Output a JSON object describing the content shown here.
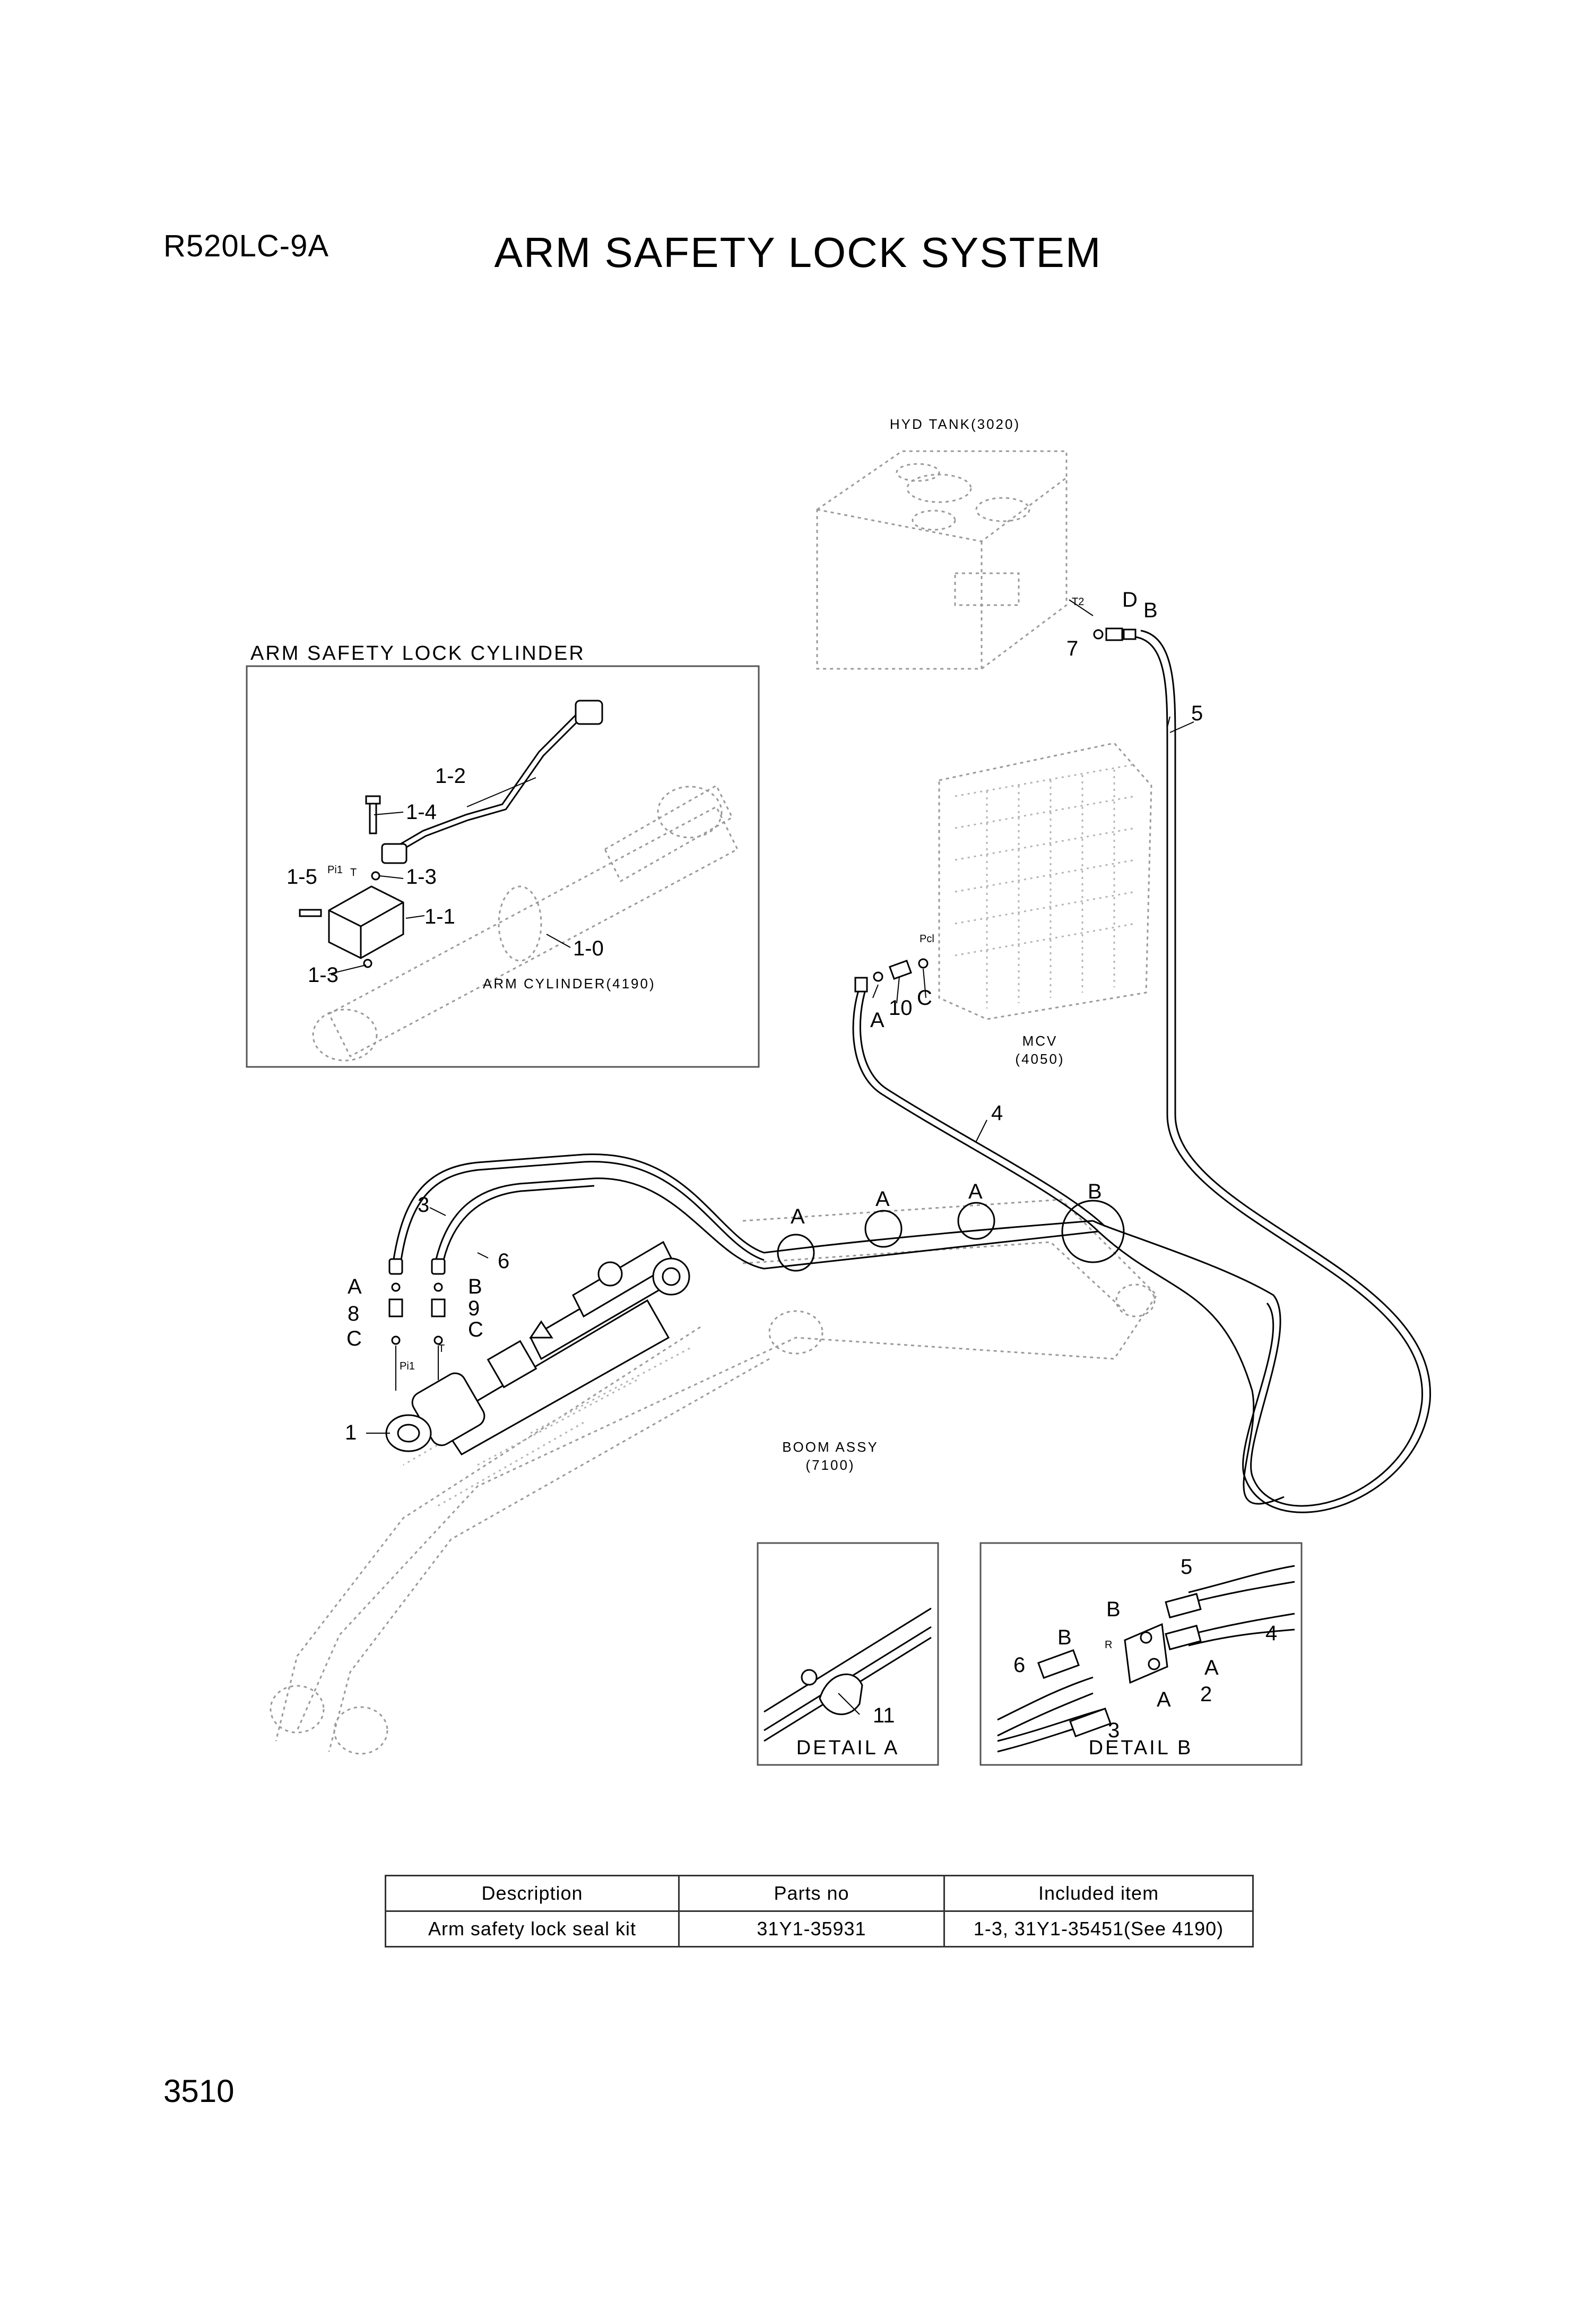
{
  "header": {
    "model": "R520LC-9A",
    "title": "ARM SAFETY LOCK SYSTEM"
  },
  "page_number": "3510",
  "assemblies": {
    "hyd_tank": "HYD TANK(3020)",
    "arm_cylinder": "ARM CYLINDER(4190)",
    "boom_assy_line1": "BOOM ASSY",
    "boom_assy_line2": "(7100)",
    "mcv_line1": "MCV",
    "mcv_line2": "(4050)"
  },
  "inset": {
    "title": "ARM SAFETY LOCK CYLINDER",
    "callouts": [
      "1-2",
      "1-4",
      "1-5",
      "1-3",
      "1-1",
      "1-3",
      "1-0"
    ],
    "ports": [
      "Pi1",
      "T"
    ]
  },
  "callouts": {
    "tank": [
      "T2",
      "D",
      "B",
      "7",
      "5"
    ],
    "mcv": [
      "Pcl",
      "A",
      "10",
      "C",
      "4"
    ],
    "boom": [
      "3",
      "6",
      "A",
      "B",
      "8",
      "9",
      "C",
      "C",
      "Pi1",
      "T",
      "1",
      "A",
      "A",
      "A",
      "B"
    ]
  },
  "detail_a": {
    "caption": "DETAIL  A",
    "callouts": [
      "11"
    ]
  },
  "detail_b": {
    "caption": "DETAIL  B",
    "callouts": [
      "5",
      "B",
      "4",
      "B",
      "R",
      "A",
      "6",
      "A",
      "2",
      "3"
    ]
  },
  "parts_table": {
    "headers": [
      "Description",
      "Parts no",
      "Included item"
    ],
    "rows": [
      [
        "Arm safety lock seal kit",
        "31Y1-35931",
        "1-3, 31Y1-35451(See 4190)"
      ]
    ]
  }
}
